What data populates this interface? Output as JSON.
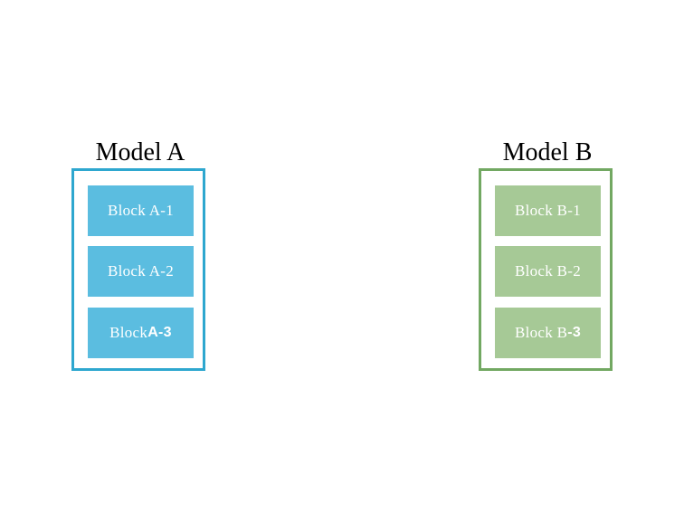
{
  "models": [
    {
      "title": "Model A",
      "border_color": "#2ea7cf",
      "block_color": "#5bbde0",
      "blocks": [
        {
          "prefix": "Block A-1",
          "suffix": ""
        },
        {
          "prefix": "Block A-2",
          "suffix": ""
        },
        {
          "prefix": "Block ",
          "suffix": "A-3"
        }
      ]
    },
    {
      "title": "Model B",
      "border_color": "#72a862",
      "block_color": "#a6c996",
      "blocks": [
        {
          "prefix": "Block B-1",
          "suffix": ""
        },
        {
          "prefix": "Block B-2",
          "suffix": ""
        },
        {
          "prefix": "Block B",
          "suffix": "-3"
        }
      ]
    }
  ]
}
